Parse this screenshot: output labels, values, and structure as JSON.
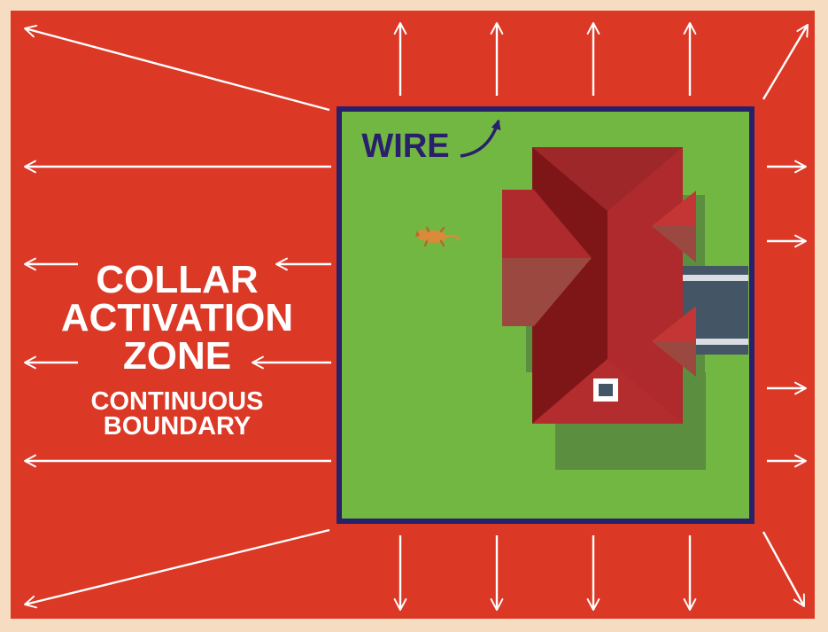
{
  "zone": {
    "title_lines": [
      "COLLAR",
      "ACTIVATION",
      "ZONE"
    ],
    "subtitle_lines": [
      "CONTINUOUS",
      "BOUNDARY"
    ]
  },
  "wire": {
    "label": "WIRE"
  },
  "colors": {
    "frame": "#f6dcc0",
    "zone_red": "#dc3826",
    "lawn_green": "#73b743",
    "wire_navy": "#29206b",
    "roof_red": "#ae2a2c",
    "roof_dark": "#7e1517",
    "roof_light": "#9b4840",
    "shadow_green": "#5c8e3f",
    "driveway": "#445566",
    "arrow_white": "#ffffff",
    "dog_orange": "#d98b3a"
  },
  "icons": {
    "dog": "dog-icon",
    "house": "house-roof-icon",
    "chimney": "chimney-icon",
    "wire_arrow": "curved-arrow-icon"
  }
}
